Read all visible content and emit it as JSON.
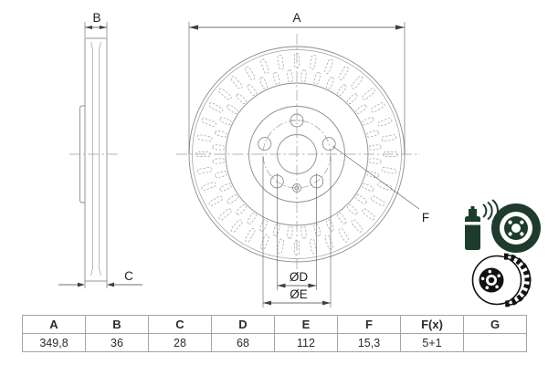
{
  "drawing": {
    "dimension_labels": {
      "A": "A",
      "B": "B",
      "C": "C",
      "F": "F",
      "OD": "ØD",
      "OE": "ØE"
    }
  },
  "side_icons": {
    "coating_spray_icon_color": "#1e3c2e",
    "disc_3d_icon_color": "#121212"
  },
  "spec_table": {
    "headers": [
      "A",
      "B",
      "C",
      "D",
      "E",
      "F",
      "F(x)",
      "G"
    ],
    "values": [
      "349,8",
      "36",
      "28",
      "68",
      "112",
      "15,3",
      "5+1",
      ""
    ]
  },
  "colors": {
    "background": "#ffffff",
    "drawing_line": "#8c8c8c",
    "dimension_line": "#3f3f3f",
    "table_border": "#a6a6a6",
    "text": "#2b2b2b"
  }
}
